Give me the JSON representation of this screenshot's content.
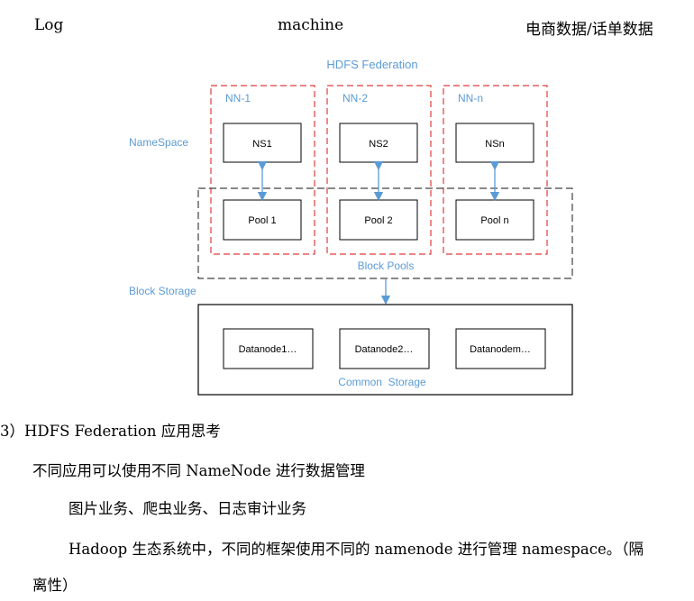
{
  "top_row": {
    "left": "Log",
    "middle": "machine",
    "right": "电商数据/话单数据"
  },
  "diagram": {
    "title": "HDFS Federation",
    "namespace_label": "NameSpace",
    "block_storage_label": "Block Storage",
    "block_pools_label": "Block Pools",
    "common_storage_label": "Common  Storage",
    "namenodes": [
      {
        "label": "NN-1",
        "ns": "NS1",
        "pool": "Pool 1"
      },
      {
        "label": "NN-2",
        "ns": "NS2",
        "pool": "Pool 2"
      },
      {
        "label": "NN-n",
        "ns": "NSn",
        "pool": "Pool n"
      }
    ],
    "datanodes": [
      "Datanode1…",
      "Datanode2…",
      "Datanodem…"
    ],
    "colors": {
      "label_blue": "#5b9bd5",
      "arrow_blue": "#5b9bd5",
      "red_dash": "#e03c3c",
      "dark_dash": "#404040"
    }
  },
  "text": {
    "heading": "3）HDFS Federation 应用思考",
    "line1": "不同应用可以使用不同 NameNode 进行数据管理",
    "line2": "图片业务、爬虫业务、日志审计业务",
    "line3": "Hadoop 生态系统中，不同的框架使用不同的 namenode 进行管理 namespace。（隔",
    "line4": "离性）"
  }
}
